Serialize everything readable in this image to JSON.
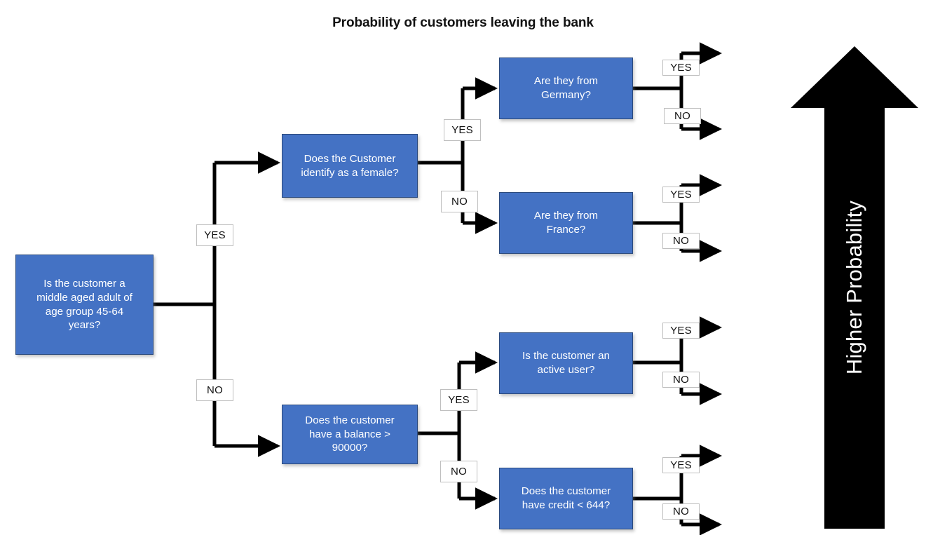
{
  "title": "Probability of customers leaving the bank",
  "colors": {
    "node_fill": "#4472C4",
    "node_border": "#2B4A7D",
    "node_text": "#FFFFFF",
    "wire": "#000000",
    "label_border": "#BFBFBF",
    "label_fill": "#FFFFFF",
    "arrow_fill": "#000000",
    "background": "#FFFFFF"
  },
  "nodes": {
    "root": "Is the customer a\nmiddle aged adult of\nage group 45-64\nyears?",
    "female": "Does the Customer\nidentify as a female?",
    "balance": "Does the customer\nhave  a balance >\n90000?",
    "germany": "Are they from\nGermany?",
    "france": "Are they from\nFrance?",
    "active": "Is the customer an\nactive user?",
    "credit": "Does the customer\nhave credit < 644?"
  },
  "edge_labels": {
    "root_yes": "YES",
    "root_no": "NO",
    "female_yes": "YES",
    "female_no": "NO",
    "balance_yes": "YES",
    "balance_no": "NO",
    "germany_yes": "YES",
    "germany_no": "NO",
    "france_yes": "YES",
    "france_no": "NO",
    "active_yes": "YES",
    "active_no": "NO",
    "credit_yes": "YES",
    "credit_no": "NO"
  },
  "legend": {
    "arrow_label": "Higher Probability",
    "arrow_direction": "up"
  }
}
